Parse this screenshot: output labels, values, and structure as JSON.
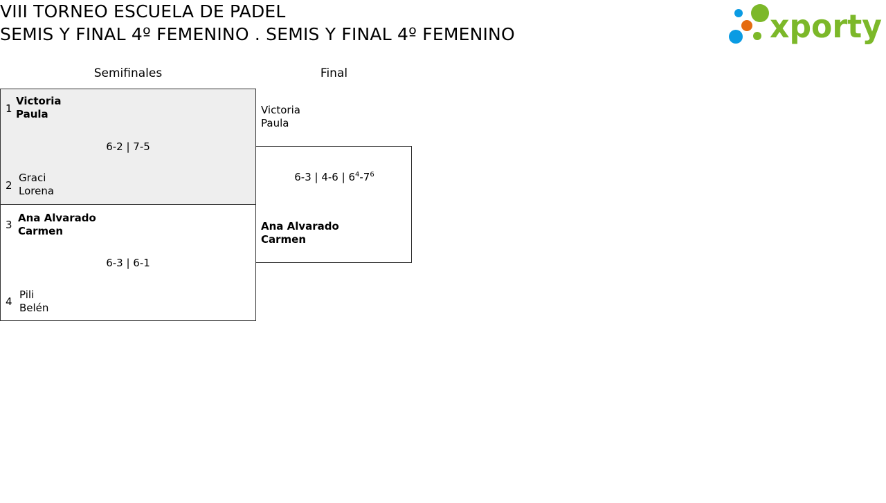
{
  "header": {
    "title_line1": "VIII TORNEO ESCUELA DE PADEL",
    "title_line2": "SEMIS Y FINAL 4º FEMENINO . SEMIS Y FINAL 4º FEMENINO",
    "logo_text": "xporty",
    "colors": {
      "green": "#7cb829",
      "blue": "#0a9be3",
      "orange": "#e56c10"
    }
  },
  "rounds": {
    "semis": "Semifinales",
    "final": "Final"
  },
  "semis": [
    {
      "score": "6-2 | 7-5",
      "teams": [
        {
          "seed": "1",
          "player1": "Victoria",
          "player2": "Paula",
          "winner": true
        },
        {
          "seed": "2",
          "player1": "Graci",
          "player2": "Lorena",
          "winner": false
        }
      ]
    },
    {
      "score": "6-3 | 6-1",
      "teams": [
        {
          "seed": "3",
          "player1": "Ana Alvarado",
          "player2": "Carmen",
          "winner": true
        },
        {
          "seed": "4",
          "player1": "Pili",
          "player2": "Belén",
          "winner": false
        }
      ]
    }
  ],
  "final": {
    "score_main": "6-3 | 4-6 | 6",
    "tb_a": "4",
    "score_sep": "-7",
    "tb_b": "6",
    "teams": [
      {
        "player1": "Victoria",
        "player2": "Paula",
        "winner": false
      },
      {
        "player1": "Ana Alvarado",
        "player2": "Carmen",
        "winner": true
      }
    ]
  }
}
